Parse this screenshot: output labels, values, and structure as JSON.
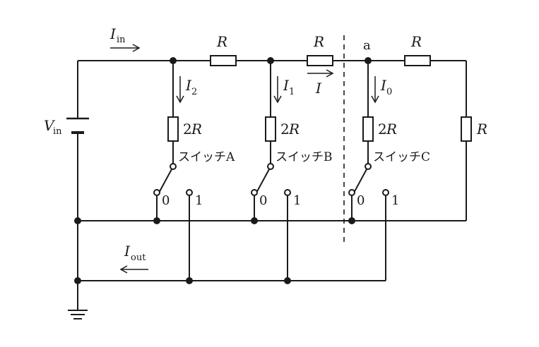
{
  "labels": {
    "I_in_main": "I",
    "I_in_sub": "in",
    "V_in_main": "V",
    "V_in_sub": "in",
    "I_out_main": "I",
    "I_out_sub": "out",
    "I2_main": "I",
    "I2_sub": "2",
    "I1_main": "I",
    "I1_sub": "1",
    "I0_main": "I",
    "I0_sub": "0",
    "I": "I",
    "node_a": "a",
    "R_top1": "R",
    "R_top2": "R",
    "R_top3": "R",
    "R_right": "R",
    "R2_A_num": "2",
    "R2_A_R": "R",
    "R2_B_num": "2",
    "R2_B_R": "R",
    "R2_C_num": "2",
    "R2_C_R": "R"
  },
  "switches": [
    {
      "label": "スイッチA",
      "pos0": "0",
      "pos1": "1"
    },
    {
      "label": "スイッチB",
      "pos0": "0",
      "pos1": "1"
    },
    {
      "label": "スイッチC",
      "pos0": "0",
      "pos1": "1"
    }
  ]
}
